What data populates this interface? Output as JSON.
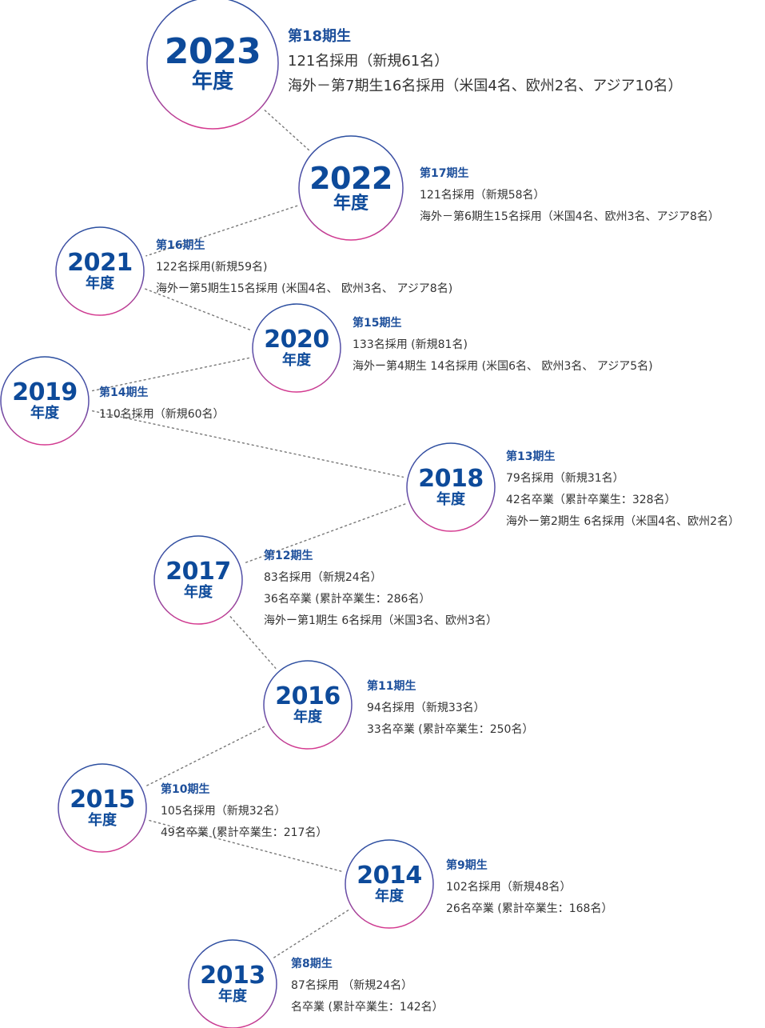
{
  "milestones": [
    {
      "year": "2023",
      "suffix": "年度",
      "cohort": "第18期生",
      "lines": [
        "121名採用（新規61名）",
        "海外－第7期生16名採用（米国4名、欧州2名、アジア10名）"
      ]
    },
    {
      "year": "2022",
      "suffix": "年度",
      "cohort": "第17期生",
      "lines": [
        "121名採用（新規58名）",
        "海外－第6期生15名採用（米国4名、欧州3名、アジア8名）"
      ]
    },
    {
      "year": "2021",
      "suffix": "年度",
      "cohort": "第16期生",
      "lines": [
        "122名採用(新規59名)",
        "海外ー第5期生15名採用 (米国4名、 欧州3名、 アジア8名)"
      ]
    },
    {
      "year": "2020",
      "suffix": "年度",
      "cohort": "第15期生",
      "lines": [
        "133名採用 (新規81名)",
        "海外ー第4期生 14名採用 (米国6名、 欧州3名、 アジア5名)"
      ]
    },
    {
      "year": "2019",
      "suffix": "年度",
      "cohort": "第14期生",
      "lines": [
        "110名採用（新規60名）"
      ]
    },
    {
      "year": "2018",
      "suffix": "年度",
      "cohort": "第13期生",
      "lines": [
        "79名採用（新規31名）",
        "42名卒業（累計卒業生：328名）",
        "海外ー第2期生 6名採用（米国4名、欧州2名）"
      ]
    },
    {
      "year": "2017",
      "suffix": "年度",
      "cohort": "第12期生",
      "lines": [
        "83名採用（新規24名）",
        "36名卒業 (累計卒業生：286名）",
        "海外ー第1期生 6名採用（米国3名、欧州3名）"
      ]
    },
    {
      "year": "2016",
      "suffix": "年度",
      "cohort": "第11期生",
      "lines": [
        "94名採用（新規33名）",
        "33名卒業 (累計卒業生：250名）"
      ]
    },
    {
      "year": "2015",
      "suffix": "年度",
      "cohort": "第10期生",
      "lines": [
        "105名採用（新規32名）",
        "49名卒業 (累計卒業生：217名）"
      ]
    },
    {
      "year": "2014",
      "suffix": "年度",
      "cohort": "第9期生",
      "lines": [
        "102名採用（新規48名）",
        "26名卒業 (累計卒業生：168名）"
      ]
    },
    {
      "year": "2013",
      "suffix": "年度",
      "cohort": "第8期生",
      "lines": [
        "87名採用 （新規24名）",
        "名卒業 (累計卒業生：142名）"
      ]
    }
  ],
  "colors": {
    "circle_text": "#0d4a9a",
    "cohort": "#1d4f9b",
    "body_text": "#333333",
    "circle_border": "#1e4a96",
    "connector": "#777777"
  }
}
